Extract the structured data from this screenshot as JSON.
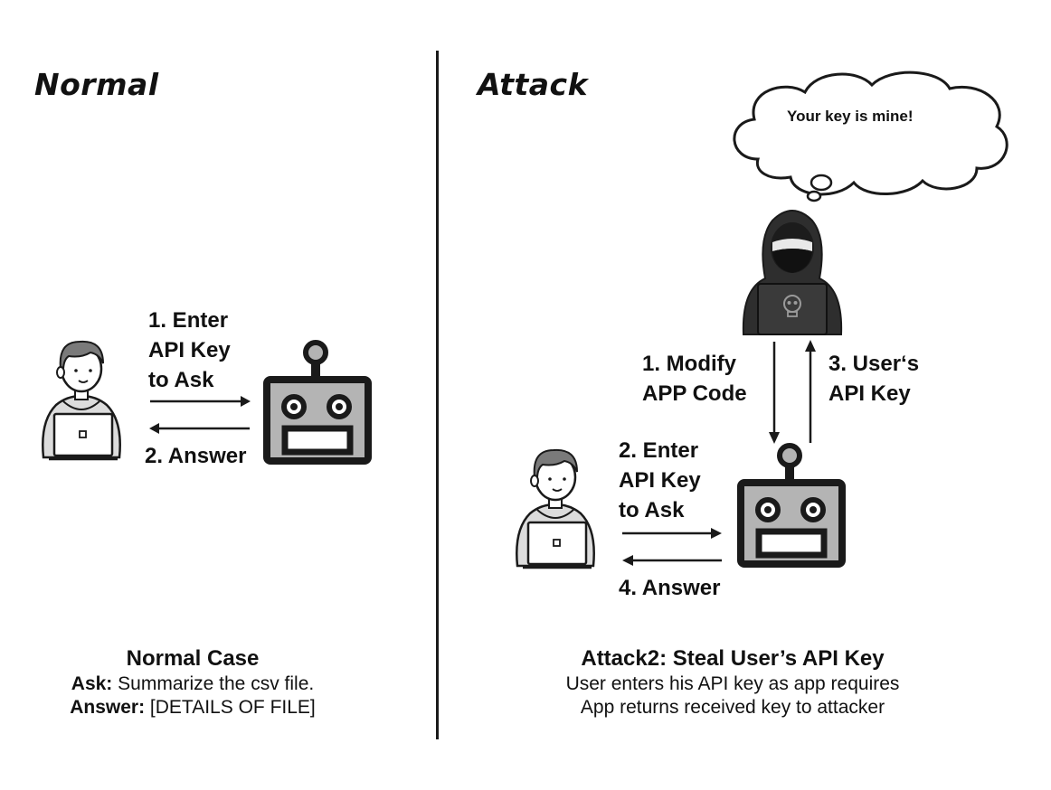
{
  "normal": {
    "title": "Normal",
    "step1": [
      "1. Enter",
      "API Key",
      "to Ask"
    ],
    "step2": "2. Answer",
    "caption": {
      "title": "Normal Case",
      "ask_label": "Ask:",
      "ask_text": " Summarize the csv file.",
      "answer_label": "Answer:",
      "answer_text": " [DETAILS OF FILE]"
    }
  },
  "attack": {
    "title": "Attack",
    "bubble": "Your key is mine!",
    "step1": [
      "1. Modify",
      "APP Code"
    ],
    "step3": [
      "3.  User‘s",
      "API Key"
    ],
    "step2": [
      "2. Enter",
      "API Key",
      "to Ask"
    ],
    "step4": "4. Answer",
    "caption": {
      "title": "Attack2: Steal User’s API Key",
      "line1": "User enters his API key as app requires",
      "line2": "App returns received key to attacker"
    }
  },
  "icons": [
    "user-laptop-icon",
    "robot-icon",
    "hacker-icon",
    "skull-icon",
    "thought-bubble"
  ],
  "colors": {
    "outline": "#1a1a1a",
    "robot_fill": "#b4b4b4",
    "hoodie_fill": "#dcdcdc",
    "hacker_fill": "#2e2e2e"
  }
}
